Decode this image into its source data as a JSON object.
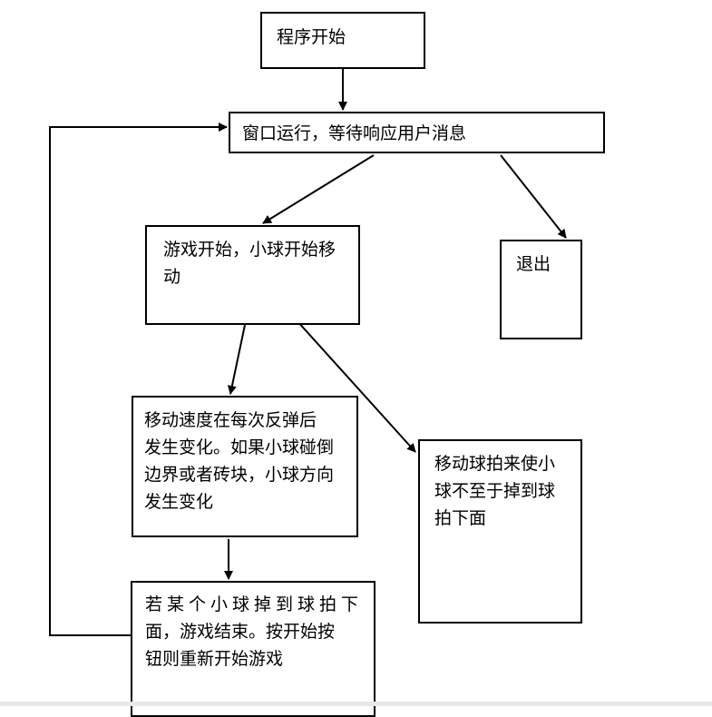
{
  "nodes": {
    "start": [
      "程序开始"
    ],
    "window": [
      "窗口运行，等待响应用户消息"
    ],
    "game_start": [
      "游戏开始，小球开始移",
      "动"
    ],
    "exit": [
      "退出"
    ],
    "speed": [
      "移动速度在每次反弹后",
      "发生变化。如果小球碰倒",
      "边界或者砖块，小球方向",
      "发生变化"
    ],
    "paddle": [
      "移动球拍来使小",
      "球不至于掉到球",
      "拍下面"
    ],
    "game_over": [
      "若某个小球掉到球拍下",
      "面，游戏结束。按开始按",
      "钮则重新开始游戏"
    ]
  },
  "colors": {
    "stroke": "#000000",
    "background": "#ffffff"
  }
}
